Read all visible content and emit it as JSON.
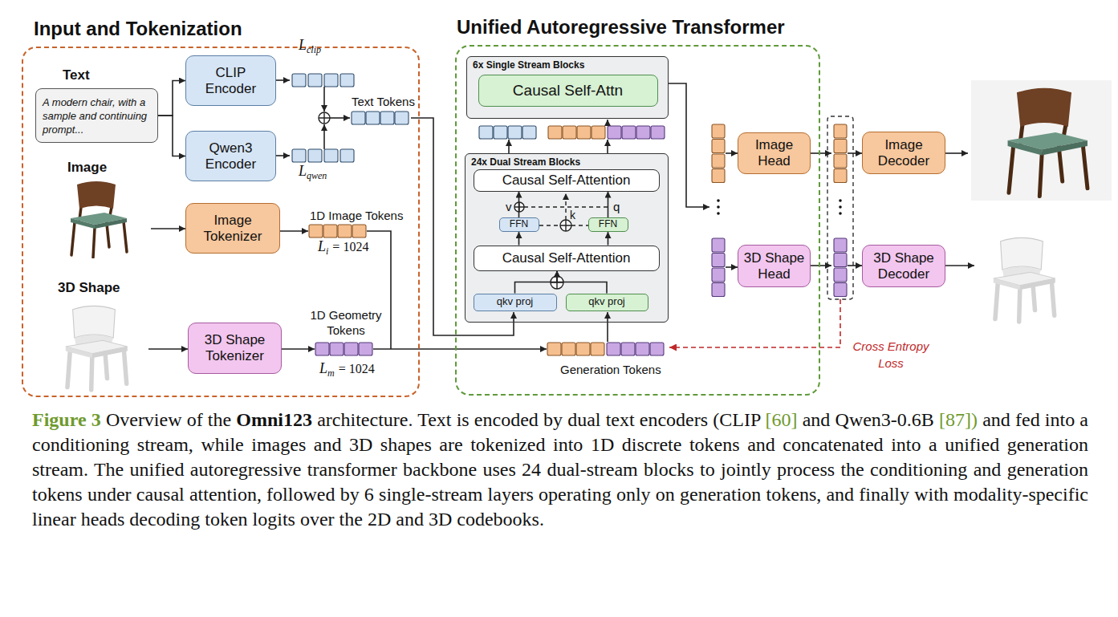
{
  "diagram": {
    "caption": "Figure 3 Overview of the Omni123 architecture. Text is encoded by dual text encoders (CLIP [60] and Qwen3-0.6B [87]) and fed into a conditioning stream, while images and 3D shapes are tokenized into 1D discrete tokens and concatenated into a unified generation stream. The unified autoregressive transformer backbone uses 24 dual-stream blocks to jointly process the conditioning and generation tokens under causal attention, followed by 6 single-stream layers operating only on generation tokens, and finally with modality-specific linear heads decoding token logits over the 2D and 3D codebooks.",
    "nodes": [
      {
        "text": [
          "Input and Tokenization"
        ]
      },
      {
        "text": [
          "Text",
          "A modern chair, with a sample and continuing prompt..."
        ],
        "in": 0
      },
      {
        "text": [
          "CLIP Encoder"
        ],
        "in": 0
      },
      {
        "text": [
          "Qwen3 Encoder"
        ],
        "in": 0
      },
      {
        "text": [
          "Image Tokenizer"
        ],
        "in": 0
      },
      {
        "text": [
          "3D Shape Tokenizer"
        ],
        "in": 0
      },
      {
        "text": [
          "Unified Autoregressive Transformer"
        ]
      },
      {
        "text": [
          "6x Single Stream Blocks"
        ],
        "in": 6
      },
      {
        "text": [
          "Causal Self-Attn"
        ],
        "in": 7
      },
      {
        "text": [
          "24x Dual Stream Blocks"
        ],
        "in": 6
      },
      {
        "text": [
          "Causal Self-Attention"
        ],
        "in": 9
      },
      {
        "text": [
          "FFN"
        ],
        "in": 9
      },
      {
        "text": [
          "FFN"
        ],
        "in": 9
      },
      {
        "text": [
          "Causal Self-Attention"
        ],
        "in": 9
      },
      {
        "text": [
          "qkv proj"
        ],
        "in": 9
      },
      {
        "text": [
          "qkv proj"
        ],
        "in": 9
      },
      {
        "text": [
          "Image Head"
        ],
        "in": 6
      },
      {
        "text": [
          "3D Shape Head"
        ],
        "in": 6
      },
      {
        "text": [
          "Image Decoder"
        ]
      },
      {
        "text": [
          "3D Shape Decoder"
        ]
      }
    ],
    "edges": [
      {
        "from": 1,
        "to": 2,
        "arrow": "to"
      },
      {
        "from": 1,
        "to": 3,
        "arrow": "to"
      },
      {
        "from": 14,
        "to": 13,
        "arrow": "to"
      },
      {
        "from": 15,
        "to": 13,
        "arrow": "to"
      },
      {
        "from": 13,
        "to": 11,
        "arrow": "to"
      },
      {
        "from": 13,
        "to": 12,
        "arrow": "to"
      },
      {
        "from": 11,
        "to": 10,
        "arrow": "to"
      },
      {
        "from": 12,
        "to": 10,
        "arrow": "to"
      }
    ],
    "labels": [
      "L",
      "clip",
      "Text Tokens",
      "L",
      "qwen",
      "Image",
      "1D Image Tokens",
      "L",
      "i",
      "= 1024",
      "3D Shape",
      "1D Geometry Tokens",
      "L",
      "m",
      "= 1024",
      "v",
      "k",
      "q",
      "Generation Tokens",
      "Cross Entropy Loss"
    ]
  }
}
